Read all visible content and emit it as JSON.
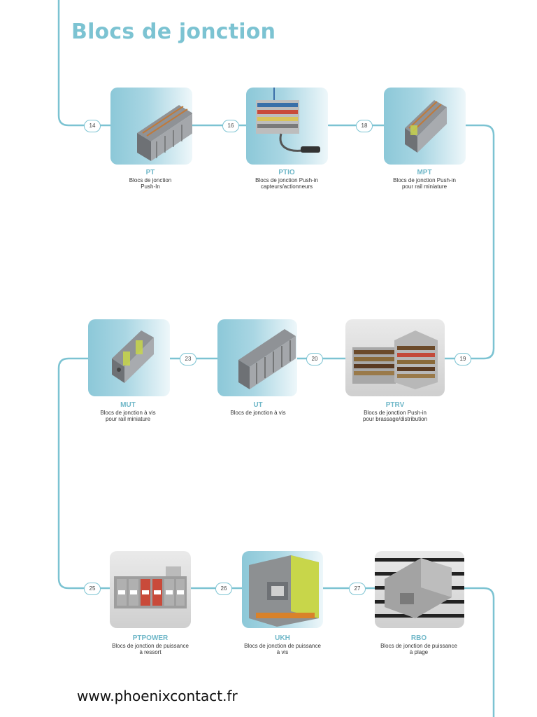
{
  "title": "Blocs de jonction",
  "website": "www.phoenixcontact.fr",
  "colors": {
    "accent": "#7cc3d2",
    "label": "#6fb7c8"
  },
  "products": [
    {
      "id": "pt",
      "name": "PT",
      "desc1": "Blocs de jonction",
      "desc2": "Push-In",
      "page": "14"
    },
    {
      "id": "ptio",
      "name": "PTIO",
      "desc1": "Blocs de jonction Push-in",
      "desc2": "capteurs/actionneurs",
      "page": "16"
    },
    {
      "id": "mpt",
      "name": "MPT",
      "desc1": "Blocs de jonction Push-in",
      "desc2": "pour rail miniature",
      "page": "18"
    },
    {
      "id": "mut",
      "name": "MUT",
      "desc1": "Blocs de jonction à vis",
      "desc2": "pour rail miniature",
      "page": "23"
    },
    {
      "id": "ut",
      "name": "UT",
      "desc1": "Blocs de jonction à vis",
      "desc2": "",
      "page": "20"
    },
    {
      "id": "ptrv",
      "name": "PTRV",
      "desc1": "Blocs de jonction Push-in",
      "desc2": "pour brassage/distribution",
      "page": "19"
    },
    {
      "id": "ptpower",
      "name": "PTPOWER",
      "desc1": "Blocs de jonction de puissance",
      "desc2": "à ressort",
      "page": "25"
    },
    {
      "id": "ukh",
      "name": "UKH",
      "desc1": "Blocs de jonction de puissance",
      "desc2": "à vis",
      "page": "26"
    },
    {
      "id": "rbo",
      "name": "RBO",
      "desc1": "Blocs de jonction de puissance",
      "desc2": "à plage",
      "page": "27"
    }
  ]
}
